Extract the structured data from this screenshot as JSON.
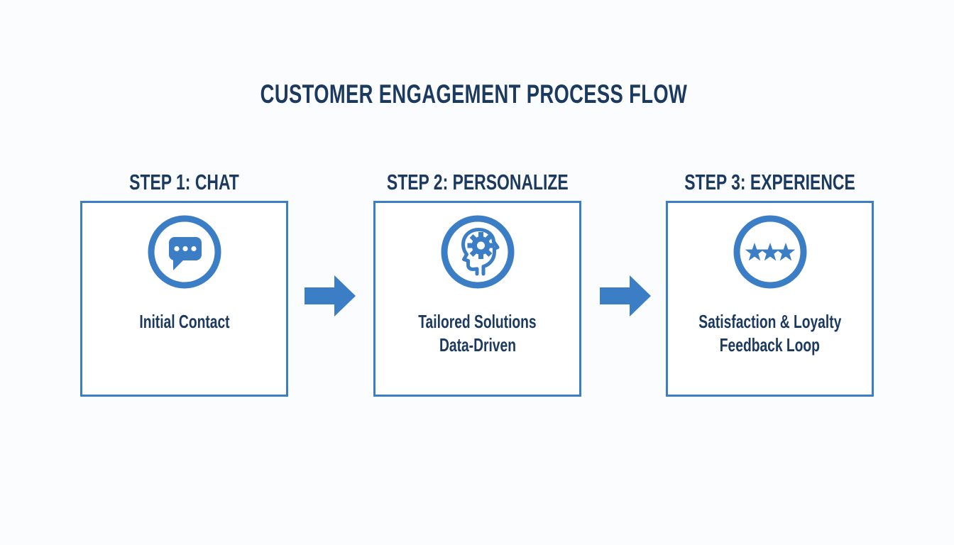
{
  "title": "CUSTOMER ENGAGEMENT PROCESS FLOW",
  "colors": {
    "accent_blue": "#3b7ec5",
    "navy_text": "#1c3a60",
    "background": "#fbfcfe",
    "box_background": "#ffffff"
  },
  "steps": [
    {
      "header": "STEP 1: CHAT",
      "icon": "chat-bubble-icon",
      "lines": [
        "Initial Contact"
      ]
    },
    {
      "header": "STEP 2: PERSONALIZE",
      "icon": "head-gear-icon",
      "lines": [
        "Tailored Solutions",
        "Data-Driven"
      ]
    },
    {
      "header": "STEP 3: EXPERIENCE",
      "icon": "three-stars-icon",
      "lines": [
        "Satisfaction & Loyalty",
        "Feedback Loop"
      ]
    }
  ],
  "arrow_count": 2
}
